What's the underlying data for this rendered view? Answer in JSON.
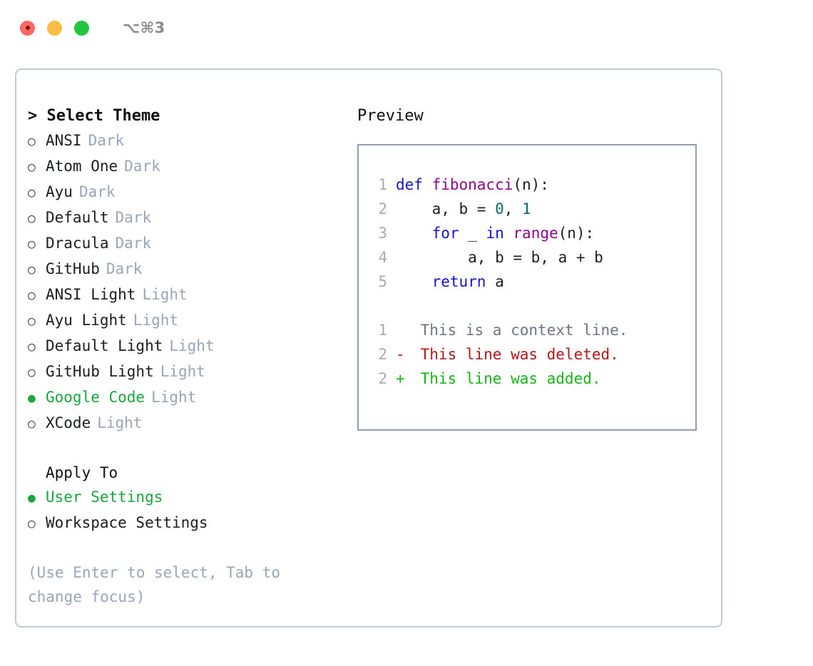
{
  "window": {
    "shortcut": "⌥⌘3",
    "traffic_lights": [
      {
        "name": "close",
        "color": "#fb6a60"
      },
      {
        "name": "minimize",
        "color": "#fdbd41"
      },
      {
        "name": "maximize",
        "color": "#22c53e"
      }
    ]
  },
  "colors": {
    "accent_green": "#17a73c",
    "tag_gray": "#9aa5b5",
    "hint_gray": "#9aa5b5",
    "line_number": "#a3acb9",
    "dialog_border": "#c3c9d4",
    "preview_border": "#8f9eb1",
    "keyword_blue": "#1414cc",
    "function_magenta": "#8c068c",
    "number_teal": "#0a6b6b",
    "diff_deleted_red": "#b41717",
    "diff_added_green": "#16b515",
    "diff_context_gray": "#6f7681"
  },
  "theme_picker": {
    "heading": "> Select Theme",
    "bullet_selected": "●",
    "bullet_unselected": "○",
    "options": [
      {
        "label": "ANSI",
        "tag": "Dark",
        "selected": false
      },
      {
        "label": "Atom One",
        "tag": "Dark",
        "selected": false
      },
      {
        "label": "Ayu",
        "tag": "Dark",
        "selected": false
      },
      {
        "label": "Default",
        "tag": "Dark",
        "selected": false
      },
      {
        "label": "Dracula",
        "tag": "Dark",
        "selected": false
      },
      {
        "label": "GitHub",
        "tag": "Dark",
        "selected": false
      },
      {
        "label": "ANSI Light",
        "tag": "Light",
        "selected": false
      },
      {
        "label": "Ayu Light",
        "tag": "Light",
        "selected": false
      },
      {
        "label": "Default Light",
        "tag": "Light",
        "selected": false
      },
      {
        "label": "GitHub Light",
        "tag": "Light",
        "selected": false
      },
      {
        "label": "Google Code",
        "tag": "Light",
        "selected": true
      },
      {
        "label": "XCode",
        "tag": "Light",
        "selected": false
      }
    ]
  },
  "apply_to": {
    "heading": "Apply To",
    "options": [
      {
        "label": "User Settings",
        "selected": true
      },
      {
        "label": "Workspace Settings",
        "selected": false
      }
    ]
  },
  "hint": "(Use Enter to select, Tab to change focus)",
  "preview": {
    "title": "Preview",
    "code_lines": [
      {
        "number": "1",
        "tokens": [
          {
            "text": "def ",
            "type": "kw"
          },
          {
            "text": "fibonacci",
            "type": "fn"
          },
          {
            "text": "(n):",
            "type": "plain"
          }
        ]
      },
      {
        "number": "2",
        "tokens": [
          {
            "text": "    a, b = ",
            "type": "plain"
          },
          {
            "text": "0",
            "type": "num"
          },
          {
            "text": ", ",
            "type": "plain"
          },
          {
            "text": "1",
            "type": "num"
          }
        ]
      },
      {
        "number": "3",
        "tokens": [
          {
            "text": "    ",
            "type": "plain"
          },
          {
            "text": "for",
            "type": "kw"
          },
          {
            "text": " _ ",
            "type": "plain"
          },
          {
            "text": "in",
            "type": "kw"
          },
          {
            "text": " ",
            "type": "plain"
          },
          {
            "text": "range",
            "type": "fn"
          },
          {
            "text": "(n):",
            "type": "plain"
          }
        ]
      },
      {
        "number": "4",
        "tokens": [
          {
            "text": "        a, b = b, a + b",
            "type": "plain"
          }
        ]
      },
      {
        "number": "5",
        "tokens": [
          {
            "text": "    ",
            "type": "plain"
          },
          {
            "text": "return",
            "type": "kw"
          },
          {
            "text": " a",
            "type": "plain"
          }
        ]
      }
    ],
    "diff_lines": [
      {
        "number": "1",
        "mark": " ",
        "text": " This is a context line.",
        "kind": "context"
      },
      {
        "number": "2",
        "mark": "-",
        "text": " This line was deleted.",
        "kind": "del"
      },
      {
        "number": "2",
        "mark": "+",
        "text": " This line was added.",
        "kind": "add"
      }
    ]
  }
}
